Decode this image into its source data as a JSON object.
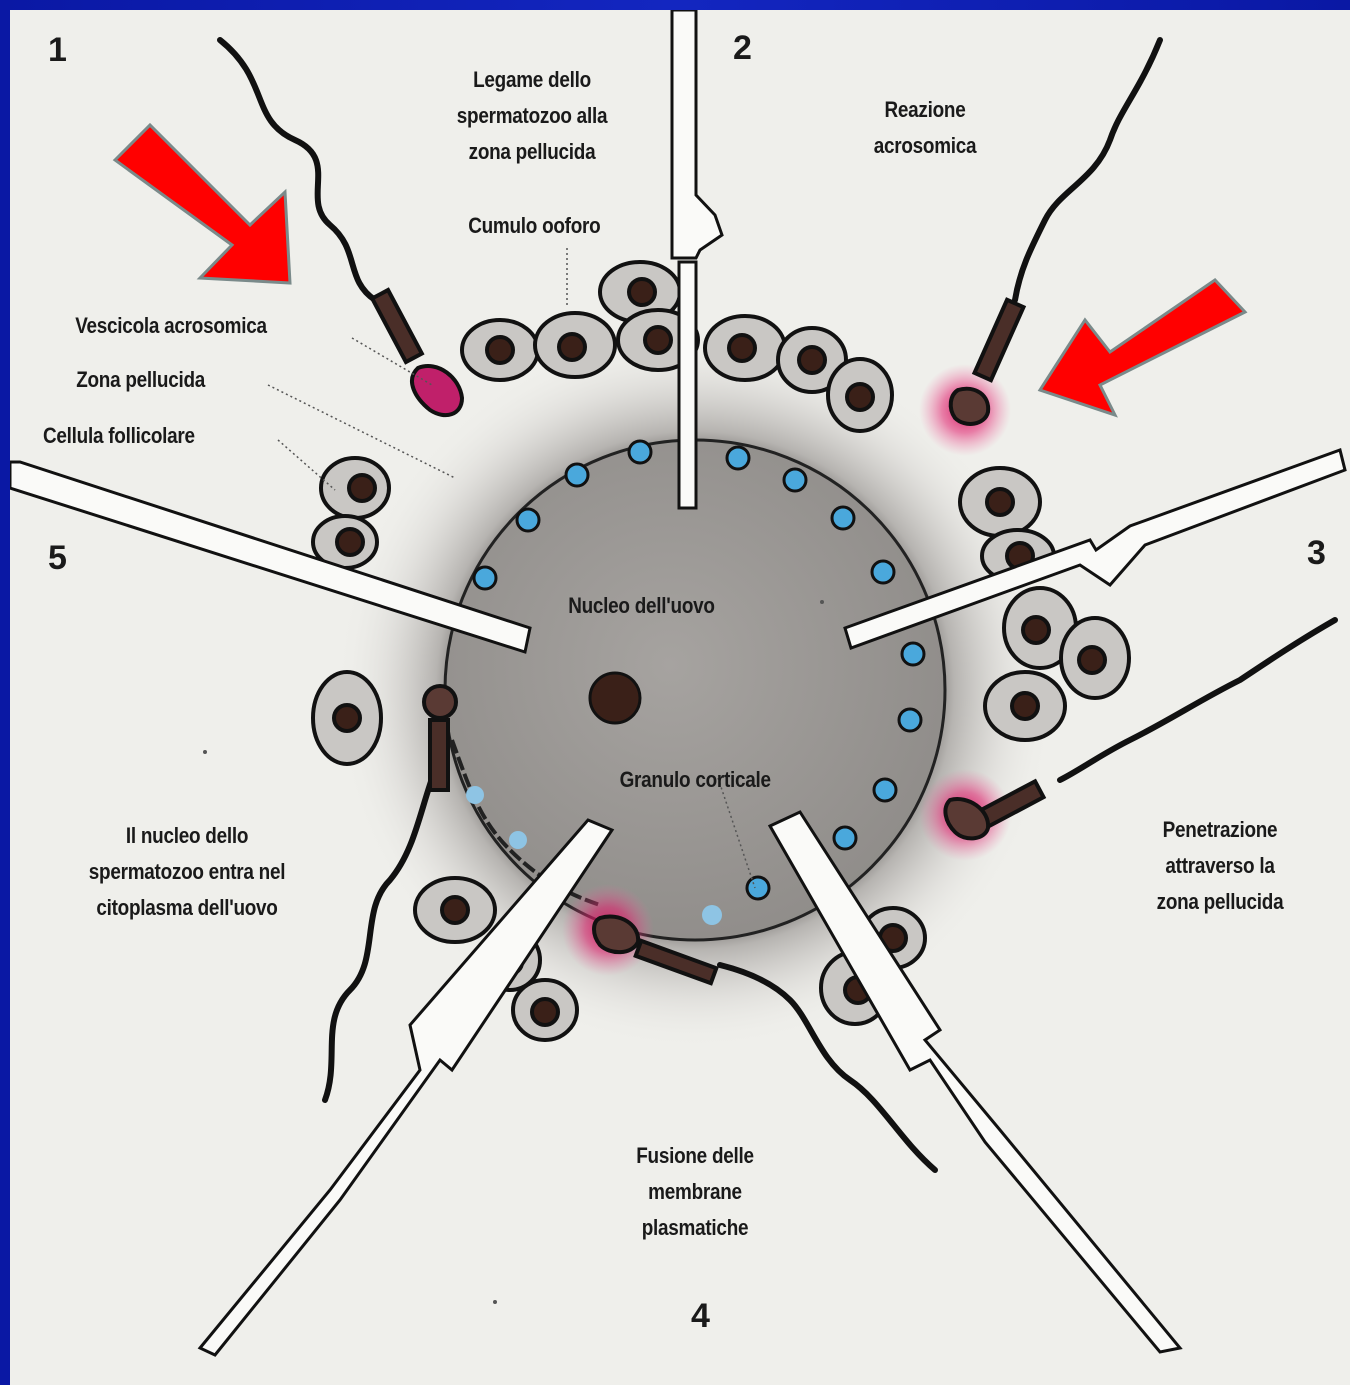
{
  "steps": {
    "s1": "1",
    "s2": "2",
    "s3": "3",
    "s4": "4",
    "s5": "5"
  },
  "captions": {
    "binding": "Legame dello\nspermatozoo alla\nzona pellucida",
    "acrosome_reaction": "Reazione\nacrosomica",
    "penetration": "Penetrazione\nattraverso la\nzona pellucida",
    "fusion": "Fusione delle\nmembrane\nplasmatiche",
    "nucleus_entry": "Il nucleo dello\nspermatozoo entra nel\ncitoplasma dell'uovo"
  },
  "labels": {
    "cumulus": "Cumulo ooforo",
    "acrosomal_vesicle": "Vescicola acrosomica",
    "zona_pellucida": "Zona pellucida",
    "follicular_cell": "Cellula follicolare",
    "egg_nucleus": "Nucleo dell'uovo",
    "cortical_granule": "Granulo corticale"
  },
  "colors": {
    "slide_background": "#1326c0",
    "panel": "#efefeb",
    "egg_cytoplasm": "#9a9794",
    "cortical_granule": "#4aa8dc",
    "highlight_arrow": "#ff0000",
    "acrosome_glow": "#e2206e"
  }
}
